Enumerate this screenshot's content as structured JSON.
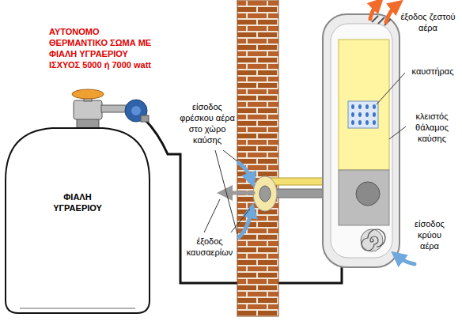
{
  "diagram": {
    "title": "ΑΥΤΟΝΟΜΟ ΘΕΡΜΑΝΤΙΚΟ ΣΩΜΑ ΜΕ ΦΙΑΛΗ ΥΓΡΑΕΡΙΟΥ ΙΣΧΥΟΣ 5000 ή 7000 watt",
    "nodes": [
      {
        "text": [
          "ΦΙΑΛΗ ΥΓΡΑΕΡΙΟΥ"
        ]
      }
    ],
    "labels": [
      "έξοδος ζεστού αέρα",
      "καυστήρας",
      "είσοδος φρέσκου αέρα στο χώρο καύσης",
      "κλειστός θάλαμος καύσης",
      "είσοδος κρύου αέρα",
      "έξοδος καυσαερίων"
    ]
  }
}
